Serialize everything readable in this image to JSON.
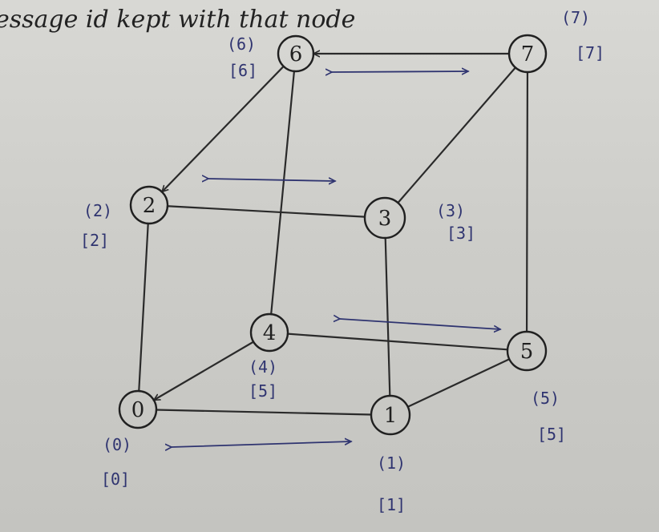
{
  "caption": "essage id kept with that node",
  "nodes": [
    {
      "id": "0",
      "label_round": "(0)",
      "label_square": "[0]"
    },
    {
      "id": "1",
      "label_round": "(1)",
      "label_square": "[1]"
    },
    {
      "id": "2",
      "label_round": "(2)",
      "label_square": "[2]"
    },
    {
      "id": "3",
      "label_round": "(3)",
      "label_square": "[3]"
    },
    {
      "id": "4",
      "label_round": "(4)",
      "label_square": "[5]"
    },
    {
      "id": "5",
      "label_round": "(5)",
      "label_square": "[5]"
    },
    {
      "id": "6",
      "label_round": "(6)",
      "label_square": "[6]"
    },
    {
      "id": "7",
      "label_round": "(7)",
      "label_square": "[7]"
    }
  ],
  "edges": [
    [
      "0",
      "1"
    ],
    [
      "0",
      "2"
    ],
    [
      "0",
      "4"
    ],
    [
      "1",
      "3"
    ],
    [
      "1",
      "5"
    ],
    [
      "2",
      "3"
    ],
    [
      "2",
      "6"
    ],
    [
      "3",
      "7"
    ],
    [
      "4",
      "5"
    ],
    [
      "4",
      "6"
    ],
    [
      "5",
      "7"
    ],
    [
      "6",
      "7"
    ]
  ],
  "colors": {
    "paper": "#d3d3cf",
    "pencil_ink": "#2a2a2a",
    "label_ink": "#2f3470"
  }
}
